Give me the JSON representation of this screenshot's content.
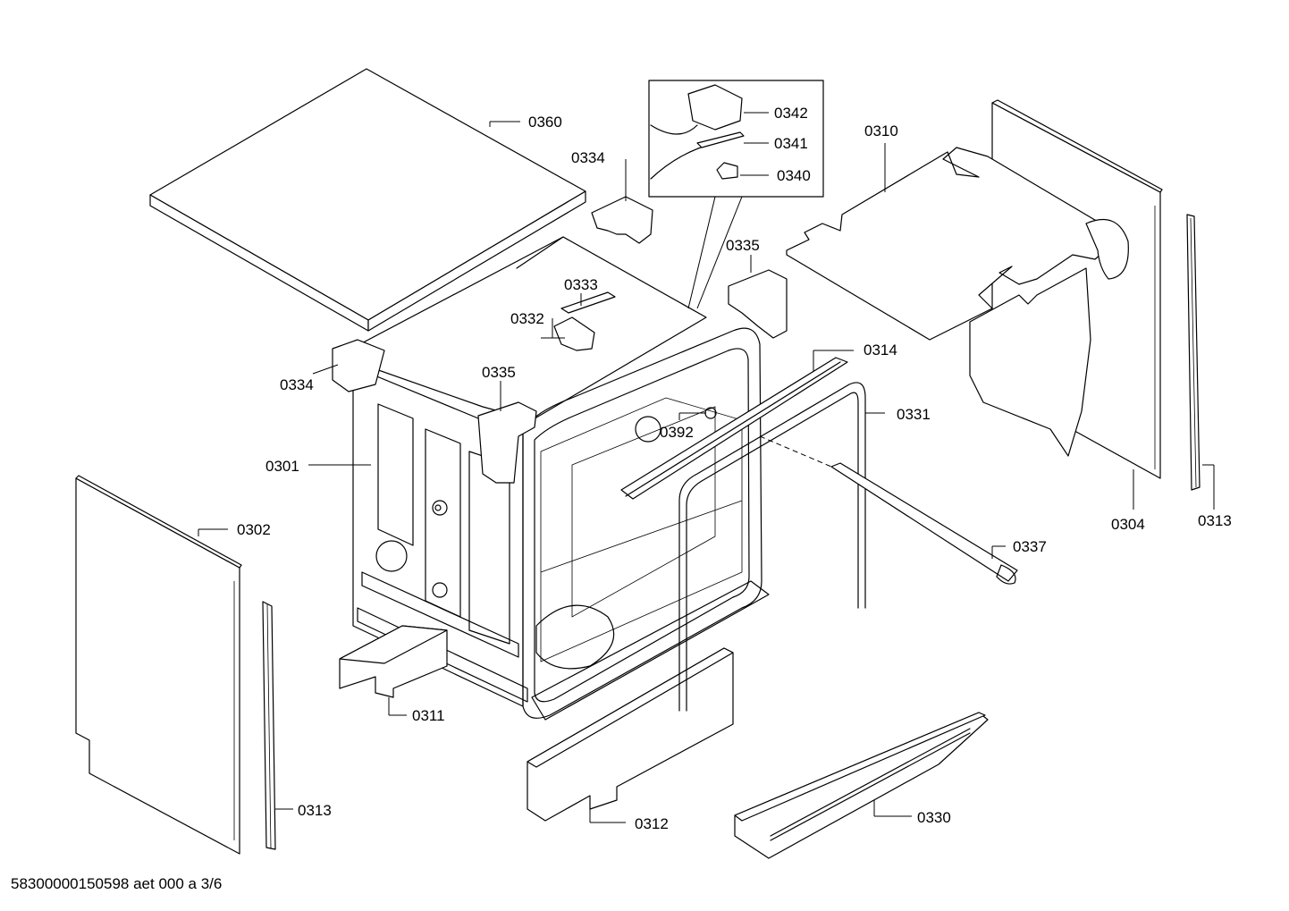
{
  "labels": {
    "p0360": "0360",
    "p0342": "0342",
    "p0341": "0341",
    "p0340": "0340",
    "p0310": "0310",
    "p0334a": "0334",
    "p0334b": "0334",
    "p0335a": "0335",
    "p0335b": "0335",
    "p0333": "0333",
    "p0332": "0332",
    "p0314": "0314",
    "p0331": "0331",
    "p0392": "0392",
    "p0301": "0301",
    "p0302": "0302",
    "p0304": "0304",
    "p0313a": "0313",
    "p0313b": "0313",
    "p0337": "0337",
    "p0311": "0311",
    "p0312": "0312",
    "p0330": "0330"
  },
  "footer": "58300000150598 aet 000 a 3/6"
}
